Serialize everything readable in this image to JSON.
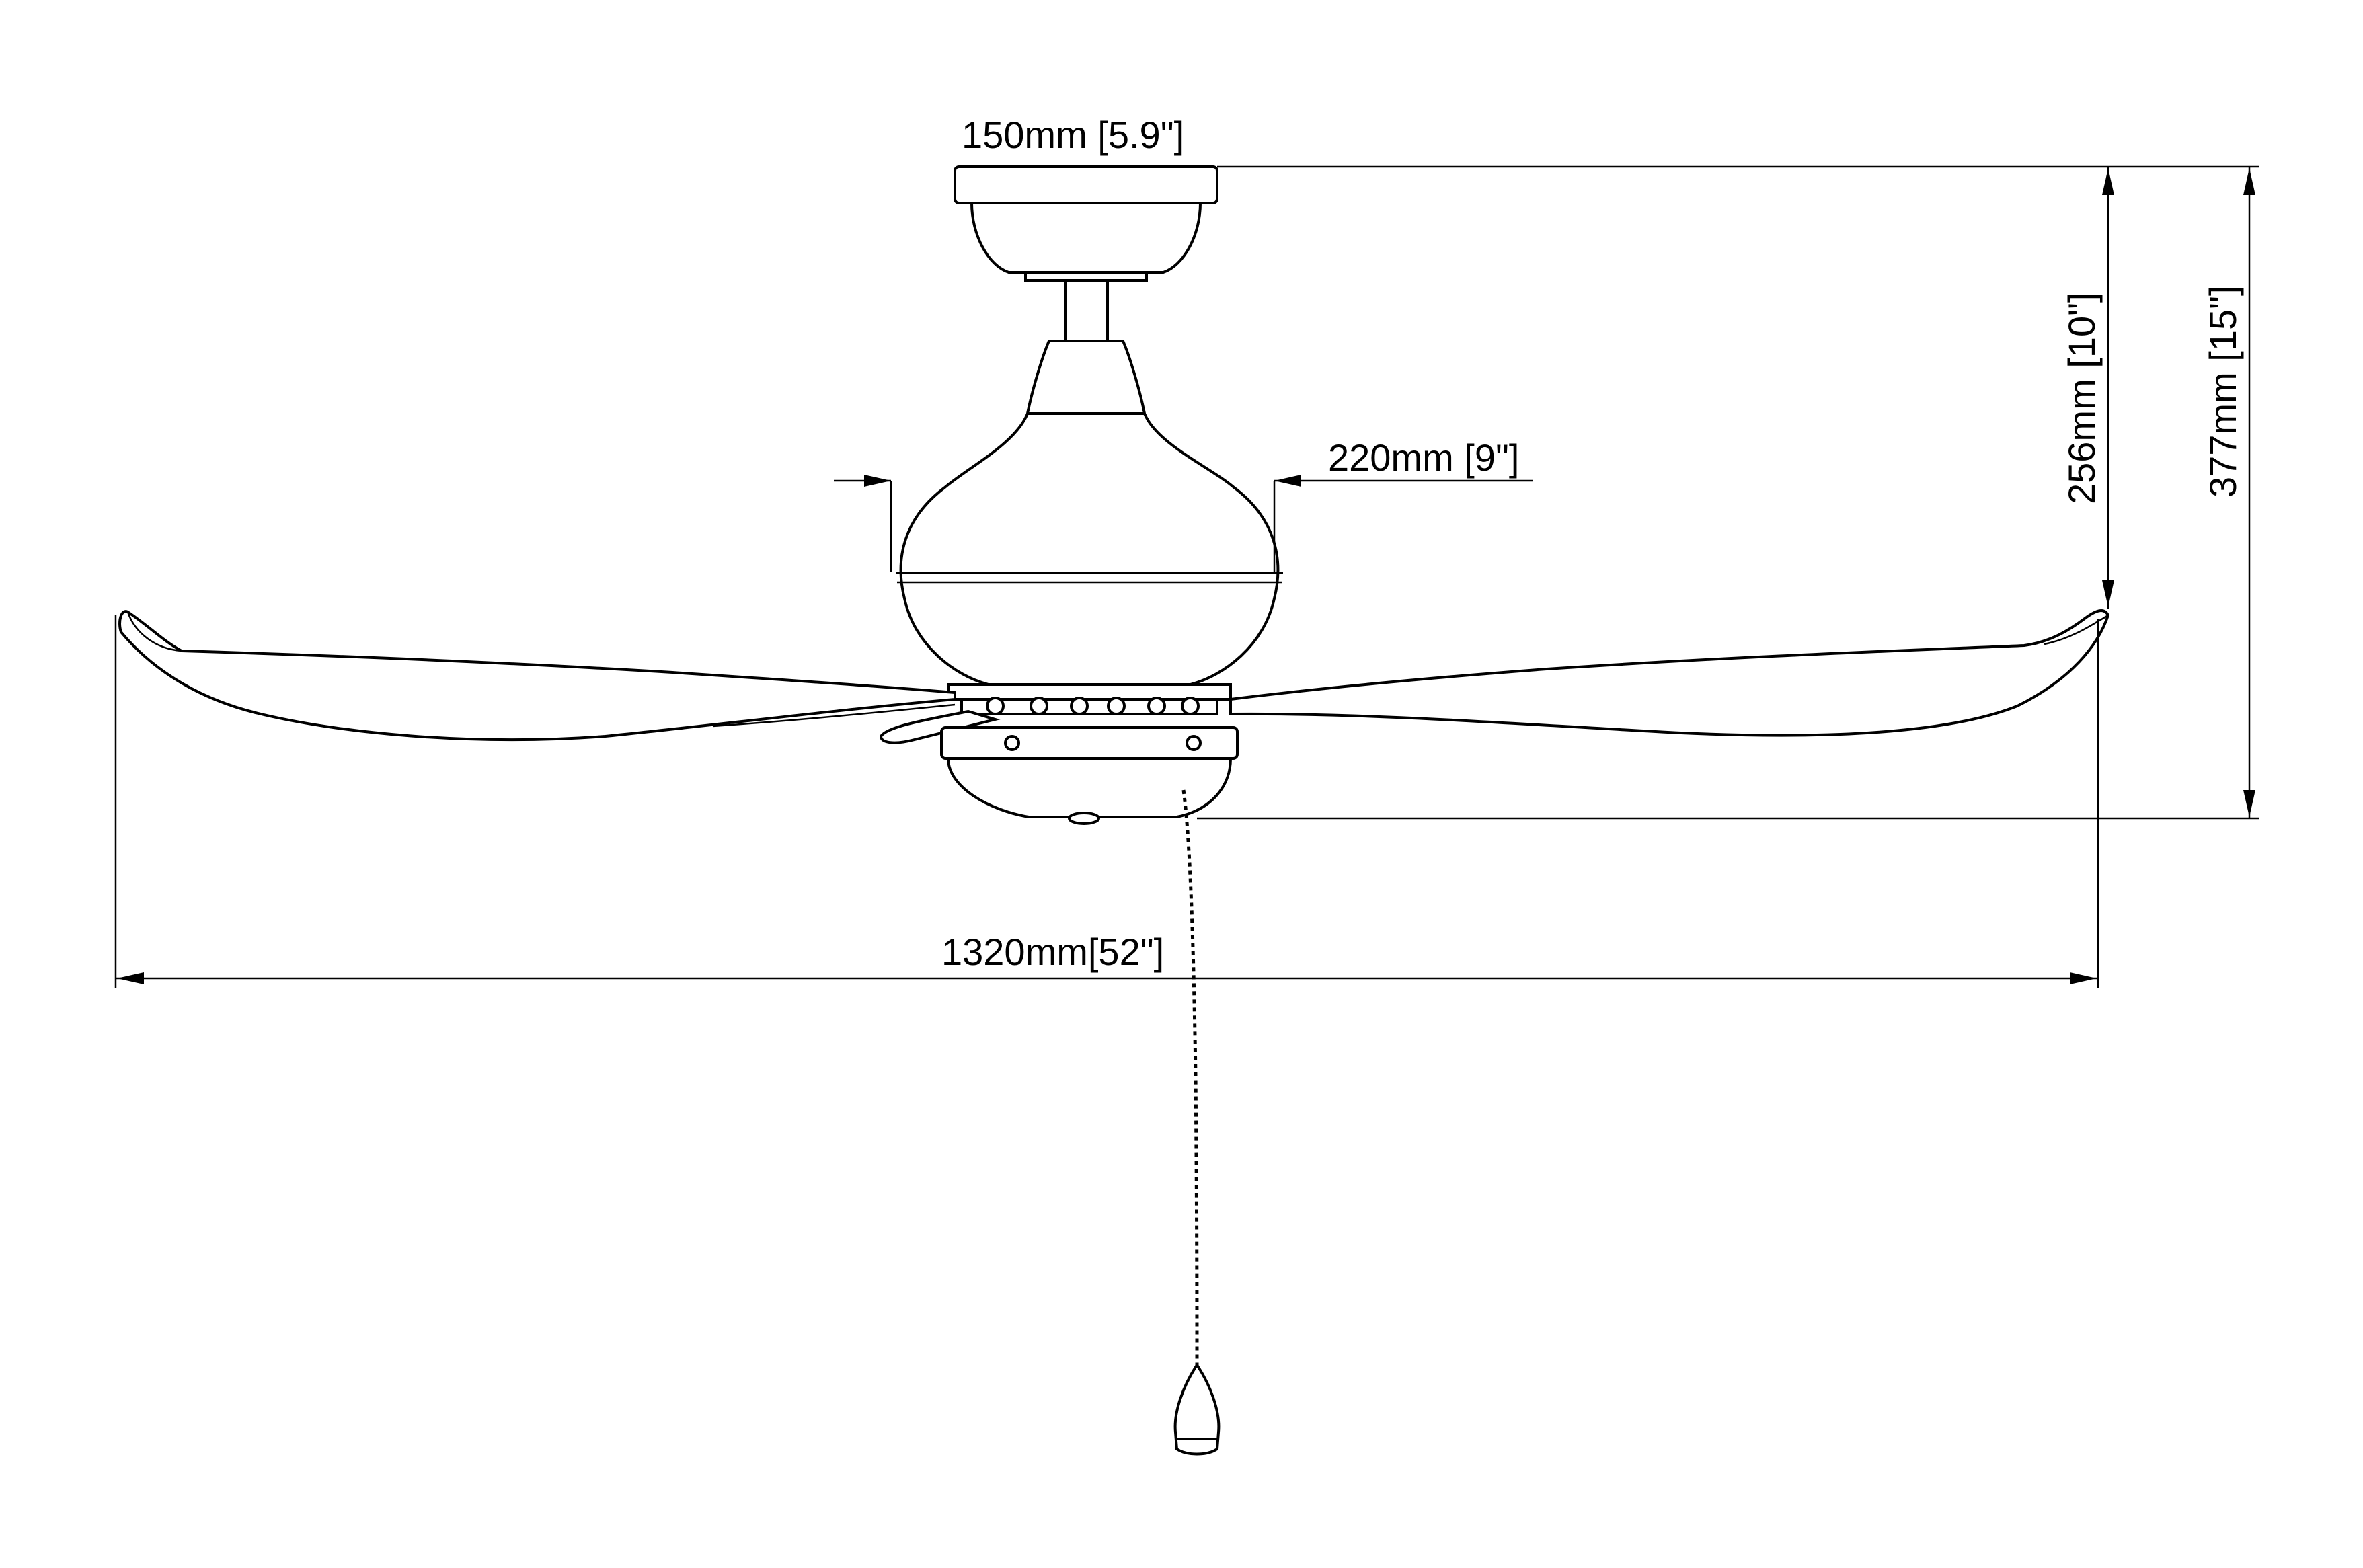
{
  "dimensions": {
    "canopy_width": "150mm [5.9\"]",
    "motor_width": "220mm [9\"]",
    "height_to_blade": "256mm [10\"]",
    "overall_height": "377mm [15\"]",
    "blade_span": "1320mm[52\"]"
  },
  "colors": {
    "line": "#000000",
    "background": "#ffffff"
  }
}
